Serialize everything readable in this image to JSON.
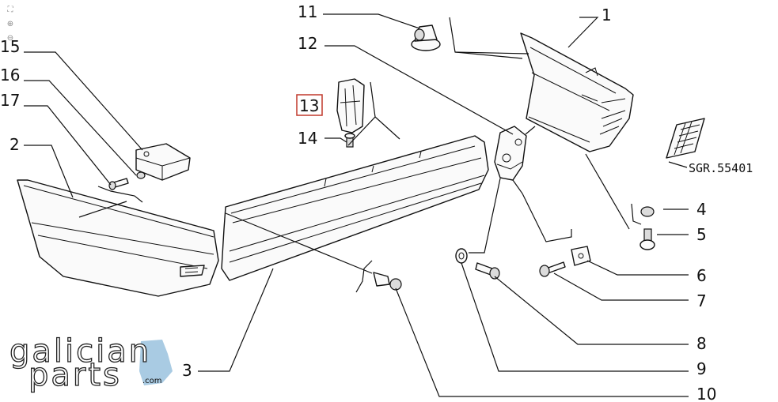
{
  "toolbar": {
    "items": [
      {
        "name": "fullscreen-icon",
        "glyph": "⛶"
      },
      {
        "name": "zoom-in-icon",
        "glyph": "⊕"
      },
      {
        "name": "zoom-out-icon",
        "glyph": "⊖"
      }
    ]
  },
  "callouts": [
    "1",
    "2",
    "3",
    "4",
    "5",
    "6",
    "7",
    "8",
    "9",
    "10",
    "11",
    "12",
    "13",
    "14",
    "15",
    "16",
    "17"
  ],
  "highlighted_callout": "13",
  "reference_code": "SGR.55401",
  "brand": {
    "line1": "galician",
    "line2": "parts",
    "domain": ".com",
    "accent_color": "#a9cbe3"
  },
  "colors": {
    "highlight_box": "#c0392b",
    "line": "#111111"
  }
}
